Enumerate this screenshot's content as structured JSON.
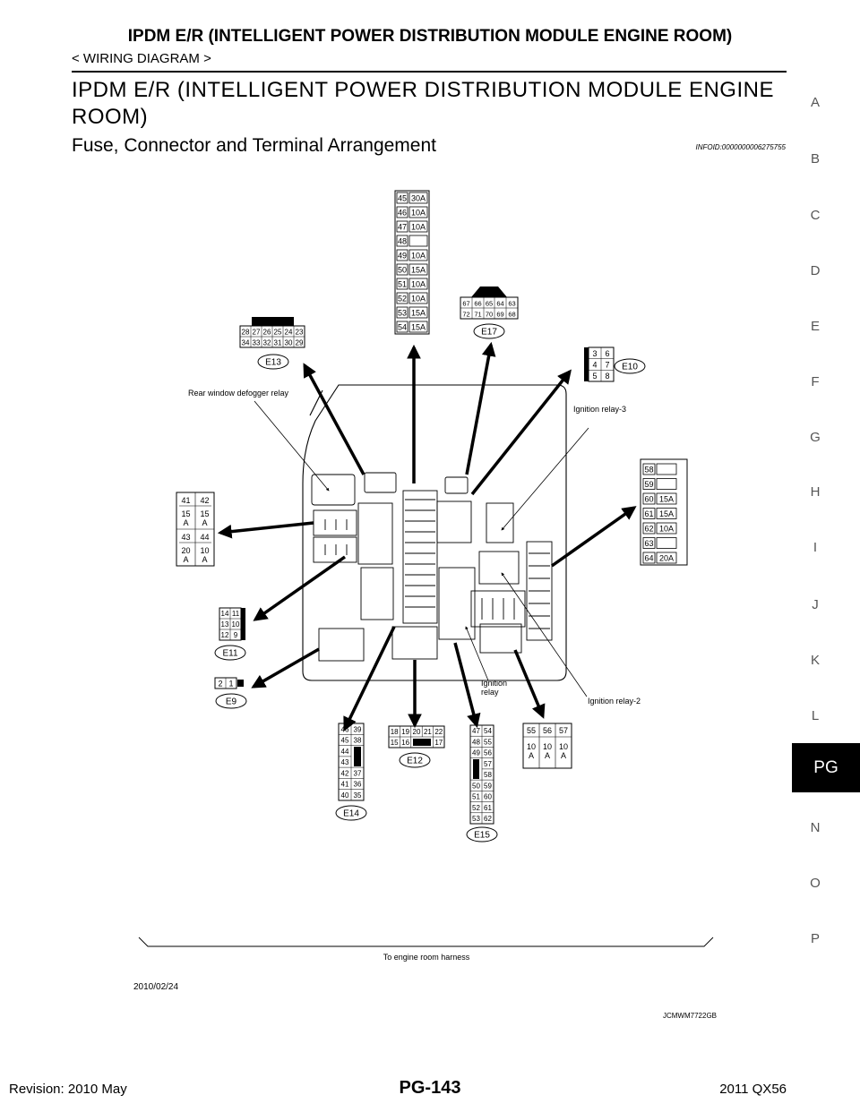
{
  "header": {
    "title": "IPDM E/R (INTELLIGENT POWER DISTRIBUTION MODULE ENGINE ROOM)",
    "subtitle": "< WIRING DIAGRAM >"
  },
  "section_title": "IPDM E/R (INTELLIGENT POWER DISTRIBUTION MODULE ENGINE ROOM)",
  "subsection_title": "Fuse, Connector and Terminal Arrangement",
  "info_id": "INFOID:0000000006275755",
  "side_index": [
    "A",
    "B",
    "C",
    "D",
    "E",
    "F",
    "G",
    "H",
    "I",
    "J",
    "K",
    "L",
    "PG",
    "N",
    "O",
    "P"
  ],
  "active_tab": "PG",
  "diagram": {
    "labels": {
      "rear_defogger": "Rear window defogger relay",
      "ign3": "Ignition relay-3",
      "ign2": "Ignition relay-2",
      "ign_relay_1": "Ignition",
      "ign_relay_2": "relay",
      "harness": "To engine room harness",
      "date": "2010/02/24",
      "code": "JCMWM7722GB"
    },
    "connectors": {
      "e13": "E13",
      "e17": "E17",
      "e10": "E10",
      "e11": "E11",
      "e9": "E9",
      "e14": "E14",
      "e12": "E12",
      "e15": "E15"
    },
    "top_fuses": [
      {
        "n": "45",
        "v": "30A"
      },
      {
        "n": "46",
        "v": "10A"
      },
      {
        "n": "47",
        "v": "10A"
      },
      {
        "n": "48",
        "v": ""
      },
      {
        "n": "49",
        "v": "10A"
      },
      {
        "n": "50",
        "v": "15A"
      },
      {
        "n": "51",
        "v": "10A"
      },
      {
        "n": "52",
        "v": "10A"
      },
      {
        "n": "53",
        "v": "15A"
      },
      {
        "n": "54",
        "v": "15A"
      }
    ],
    "right_fuses": [
      {
        "n": "58",
        "v": ""
      },
      {
        "n": "59",
        "v": ""
      },
      {
        "n": "60",
        "v": "15A"
      },
      {
        "n": "61",
        "v": "15A"
      },
      {
        "n": "62",
        "v": "10A"
      },
      {
        "n": "63",
        "v": ""
      },
      {
        "n": "64",
        "v": "20A"
      }
    ],
    "left_fuses": {
      "top": [
        "41",
        "42"
      ],
      "top_vals": [
        "15",
        "15"
      ],
      "bot": [
        "43",
        "44"
      ],
      "bot_vals": [
        "20",
        "10"
      ],
      "unit": "A"
    },
    "bottom_fuses": {
      "nums": [
        "55",
        "56",
        "57"
      ],
      "vals": [
        "10",
        "10",
        "10"
      ],
      "unit": "A"
    },
    "e13_pins": {
      "top": [
        "28",
        "27",
        "26",
        "25",
        "24",
        "23"
      ],
      "bot": [
        "34",
        "33",
        "32",
        "31",
        "30",
        "29"
      ]
    },
    "e17_pins": {
      "top": [
        "67",
        "66",
        "65",
        "64",
        "63"
      ],
      "bot": [
        "72",
        "71",
        "70",
        "69",
        "68"
      ]
    },
    "e10_pins": [
      [
        "3",
        "6"
      ],
      [
        "4",
        "7"
      ],
      [
        "5",
        "8"
      ]
    ],
    "e11_pins": [
      [
        "14",
        "11"
      ],
      [
        "13",
        "10"
      ],
      [
        "12",
        "9"
      ]
    ],
    "e9_pins": [
      "2",
      "1"
    ],
    "e14_pins": [
      [
        "46",
        "39"
      ],
      [
        "45",
        "38"
      ],
      [
        "44",
        ""
      ],
      [
        "43",
        ""
      ],
      [
        "42",
        "37"
      ],
      [
        "41",
        "36"
      ],
      [
        "40",
        "35"
      ]
    ],
    "e12_pins": {
      "top": [
        "18",
        "19",
        "20",
        "21",
        "22"
      ],
      "bot": [
        "15",
        "16",
        "17"
      ]
    },
    "e15_pins": [
      [
        "47",
        "54"
      ],
      [
        "48",
        "55"
      ],
      [
        "49",
        "56"
      ],
      [
        "",
        "57"
      ],
      [
        "",
        "58"
      ],
      [
        "50",
        "59"
      ],
      [
        "51",
        "60"
      ],
      [
        "52",
        "61"
      ],
      [
        "53",
        "62"
      ]
    ]
  },
  "footer": {
    "revision": "Revision: 2010 May",
    "page": "PG-143",
    "model": "2011 QX56"
  }
}
